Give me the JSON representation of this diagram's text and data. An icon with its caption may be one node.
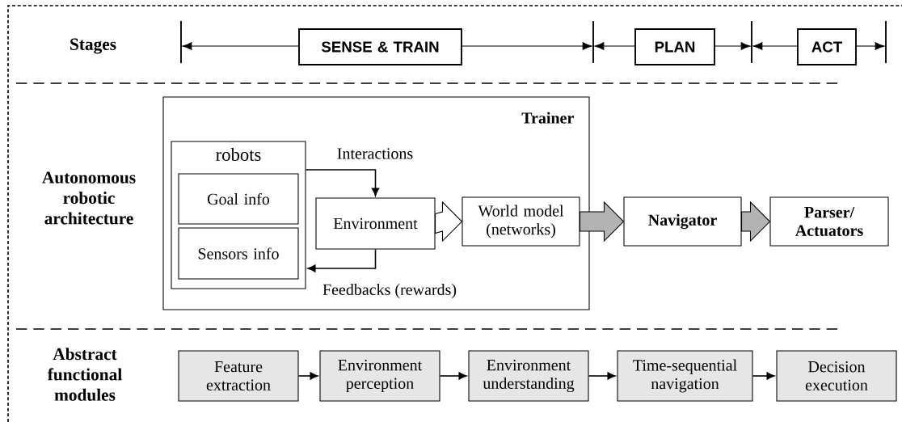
{
  "diagram": {
    "nodes": [
      {
        "text": [
          "SENSE & TRAIN"
        ]
      },
      {
        "text": [
          "PLAN"
        ]
      },
      {
        "text": [
          "ACT"
        ]
      },
      {
        "text": [
          "Trainer"
        ]
      },
      {
        "text": [
          "robots"
        ],
        "in": 3
      },
      {
        "text": [
          "Goal info"
        ],
        "in": 4
      },
      {
        "text": [
          "Sensors info"
        ],
        "in": 4
      },
      {
        "text": [
          "Environment"
        ],
        "in": 3
      },
      {
        "text": [
          "World model (networks)"
        ],
        "in": 3
      },
      {
        "text": [
          "Navigator"
        ]
      },
      {
        "text": [
          "Parser/ Actuators"
        ]
      },
      {
        "text": [
          "Feature extraction"
        ]
      },
      {
        "text": [
          "Environment perception"
        ]
      },
      {
        "text": [
          "Environment understanding"
        ]
      },
      {
        "text": [
          "Time-sequential navigation"
        ]
      },
      {
        "text": [
          "Decision execution"
        ]
      }
    ],
    "edges": [
      {
        "from": 4,
        "to": 7,
        "arrow": "to",
        "label": "Interactions"
      },
      {
        "from": 7,
        "to": 4,
        "arrow": "to",
        "label": "Feedbacks (rewards)"
      },
      {
        "from": 7,
        "to": 8,
        "arrow": "to",
        "style": "thick",
        "color": "#ffffff"
      },
      {
        "from": 8,
        "to": 9,
        "arrow": "to",
        "style": "thick",
        "color": "#b3b3b3"
      },
      {
        "from": 9,
        "to": 10,
        "arrow": "to",
        "style": "thick",
        "color": "#b3b3b3"
      },
      {
        "from": 11,
        "to": 12,
        "arrow": "to"
      },
      {
        "from": 12,
        "to": 13,
        "arrow": "to"
      },
      {
        "from": 13,
        "to": 14,
        "arrow": "to"
      },
      {
        "from": 14,
        "to": 15,
        "arrow": "to"
      }
    ],
    "labels": [
      "Stages",
      "Autonomous robotic architecture",
      "Abstract functional modules"
    ]
  }
}
